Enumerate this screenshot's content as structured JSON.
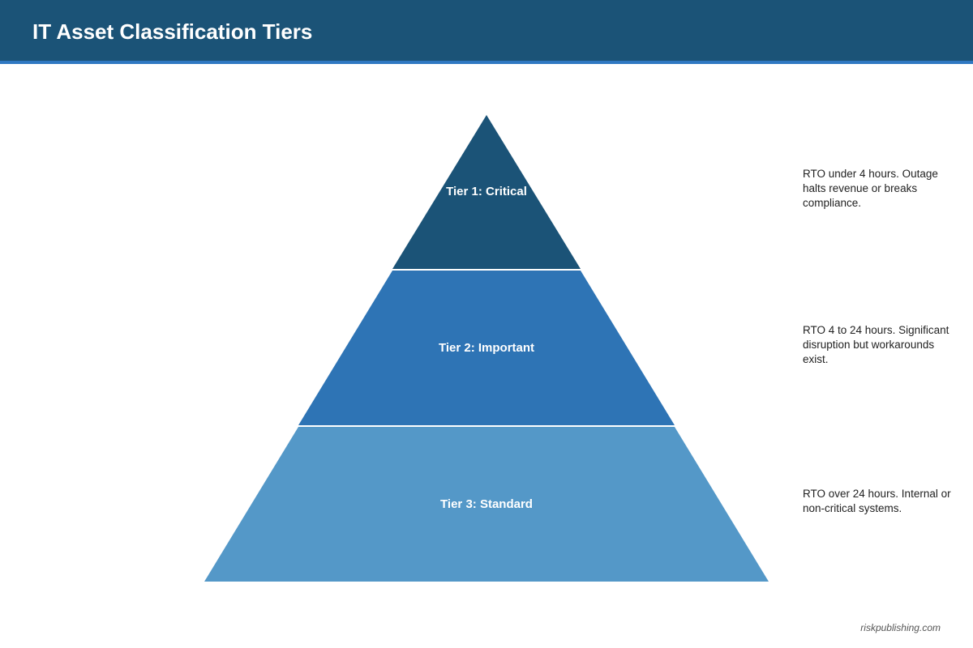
{
  "header": {
    "title": "IT Asset Classification Tiers"
  },
  "tiers": [
    {
      "label": "Tier 1: Critical",
      "description": "RTO under 4 hours. Outage halts revenue or breaks compliance.",
      "color": "#1b5377"
    },
    {
      "label": "Tier 2: Important",
      "description": "RTO 4 to 24 hours. Significant disruption but workarounds exist.",
      "color": "#2e74b5"
    },
    {
      "label": "Tier 3: Standard",
      "description": "RTO over 24 hours. Internal or non-critical systems.",
      "color": "#5498c8"
    }
  ],
  "footer": {
    "source": "riskpublishing.com"
  },
  "colors": {
    "header_bg": "#1b5377",
    "header_accent": "#2f78c2"
  }
}
